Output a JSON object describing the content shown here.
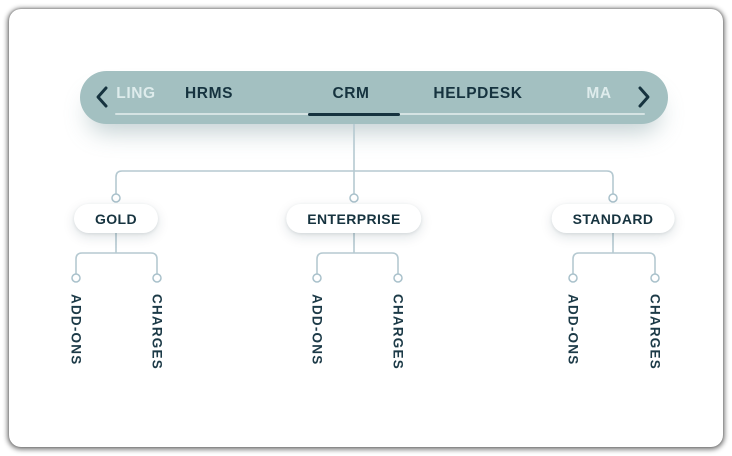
{
  "tabbar": {
    "active_tab": "CRM",
    "tabs": [
      {
        "label": "LING",
        "state": "faded-partial"
      },
      {
        "label": "HRMS",
        "state": "default"
      },
      {
        "label": "CRM",
        "state": "active"
      },
      {
        "label": "HELPDESK",
        "state": "default"
      },
      {
        "label": "MA",
        "state": "faded-partial"
      }
    ]
  },
  "tree": {
    "root_tab": "CRM",
    "plans": [
      {
        "label": "GOLD",
        "children": [
          {
            "label": "ADD-ONS"
          },
          {
            "label": "CHARGES"
          }
        ]
      },
      {
        "label": "ENTERPRISE",
        "children": [
          {
            "label": "ADD-ONS"
          },
          {
            "label": "CHARGES"
          }
        ]
      },
      {
        "label": "STANDARD",
        "children": [
          {
            "label": "ADD-ONS"
          },
          {
            "label": "CHARGES"
          }
        ]
      }
    ]
  },
  "colors": {
    "tabbar_bg": "#a3c0c1",
    "ink": "#16333f",
    "faded_tab_text": "#ecf6f6",
    "track": "#dfeaea",
    "active_underline": "#16333f",
    "connector_line": "#b5c9d1",
    "node_bg": "#ffffff",
    "leaf_text": "#1c3a47"
  }
}
